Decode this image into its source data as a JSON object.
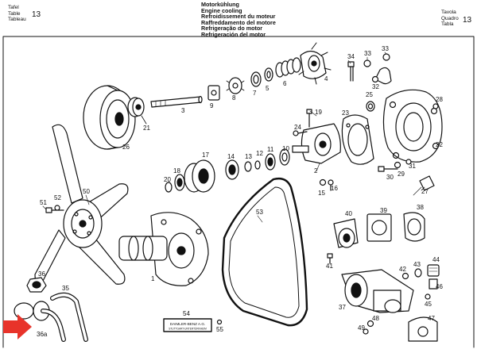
{
  "header": {
    "left_labels": [
      "Tafel",
      "Table",
      "Tableau"
    ],
    "left_number": "13",
    "right_labels": [
      "Tavola",
      "Quadro",
      "Tabla"
    ],
    "right_number": "13",
    "titles": [
      "Motorkühlung",
      "Engine cooling",
      "Refroidissement du moteur",
      "Raffreddamento del motore",
      "Refrigeração do motor",
      "Refrigeración del motor"
    ]
  },
  "plate": {
    "line1": "DAIMLER-BENZ A.G.",
    "line2": "STUTTGART-UNTERTÜRKHEIM"
  },
  "callouts": [
    "1",
    "2",
    "3",
    "4",
    "5",
    "6",
    "7",
    "8",
    "9",
    "10",
    "11",
    "12",
    "13",
    "14",
    "15",
    "16",
    "17",
    "18",
    "19",
    "20",
    "21",
    "22",
    "23",
    "24",
    "25",
    "26",
    "27",
    "28",
    "29",
    "30",
    "31",
    "32",
    "33",
    "34",
    "35",
    "36",
    "36a",
    "37",
    "38",
    "39",
    "40",
    "41",
    "42",
    "43",
    "44",
    "45",
    "46",
    "47",
    "48",
    "49",
    "50",
    "51",
    "52",
    "53",
    "54",
    "55"
  ],
  "colors": {
    "ink": "#111111",
    "arrow": "#e8332a",
    "paper": "#ffffff"
  }
}
